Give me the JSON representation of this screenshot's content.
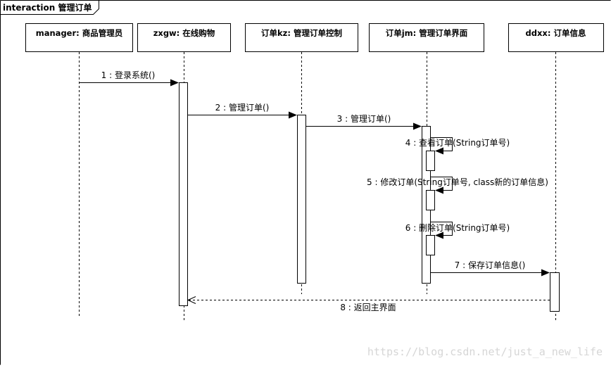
{
  "frame": {
    "title": "interaction 管理订单"
  },
  "lifelines": [
    {
      "id": "manager",
      "label": "manager: 商品管理员"
    },
    {
      "id": "zxgw",
      "label": "zxgw: 在线购物"
    },
    {
      "id": "kz",
      "label": "订单kz: 管理订单控制"
    },
    {
      "id": "jm",
      "label": "订单jm: 管理订单界面"
    },
    {
      "id": "ddxx",
      "label": "ddxx: 订单信息"
    }
  ],
  "messages": [
    {
      "num": "1",
      "label": "1 : 登录系统()",
      "from": "manager",
      "to": "zxgw",
      "kind": "sync"
    },
    {
      "num": "2",
      "label": "2 : 管理订单()",
      "from": "zxgw",
      "to": "kz",
      "kind": "sync"
    },
    {
      "num": "3",
      "label": "3 : 管理订单()",
      "from": "kz",
      "to": "jm",
      "kind": "sync"
    },
    {
      "num": "4",
      "label": "4 : 查看订单(String订单号)",
      "from": "jm",
      "to": "jm",
      "kind": "self"
    },
    {
      "num": "5",
      "label": "5 : 修改订单(String订单号, class新的订单信息)",
      "from": "jm",
      "to": "jm",
      "kind": "self"
    },
    {
      "num": "6",
      "label": "6 : 删除订单(String订单号)",
      "from": "jm",
      "to": "jm",
      "kind": "self"
    },
    {
      "num": "7",
      "label": "7 : 保存订单信息()",
      "from": "jm",
      "to": "ddxx",
      "kind": "sync"
    },
    {
      "num": "8",
      "label": "8 : 返回主界面",
      "from": "ddxx",
      "to": "zxgw",
      "kind": "return"
    }
  ],
  "watermark": "https://blog.csdn.net/just_a_new_life",
  "colors": {
    "line": "#000000",
    "background": "#ffffff",
    "watermark": "#d6d6d6"
  }
}
